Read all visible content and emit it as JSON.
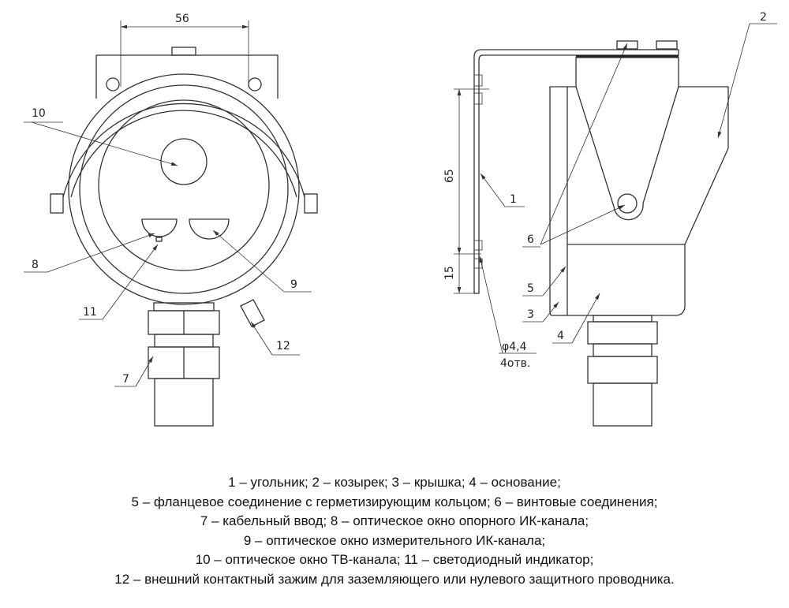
{
  "labels": {
    "dim_width": "56",
    "dim_65": "65",
    "dim_15": "15",
    "hole_diameter": "φ4,4",
    "hole_count": "4отв.",
    "n1": "1",
    "n2": "2",
    "n3": "3",
    "n4": "4",
    "n5": "5",
    "n6": "6",
    "n7": "7",
    "n8": "8",
    "n9": "9",
    "n10": "10",
    "n11": "11",
    "n12": "12"
  },
  "caption": [
    "1 – угольник; 2 – козырек; 3 – крышка; 4 – основание;",
    "5 – фланцевое соединение с герметизирующим кольцом; 6 – винтовые соединения;",
    "7 – кабельный ввод; 8 – оптическое окно опорного ИК-канала;",
    "9 – оптическое окно измерительного ИК-канала;",
    "10 – оптическое окно ТВ-канала; 11 – светодиодный индикатор;",
    "12 – внешний контактный зажим для заземляющего или нулевого защитного проводника."
  ]
}
